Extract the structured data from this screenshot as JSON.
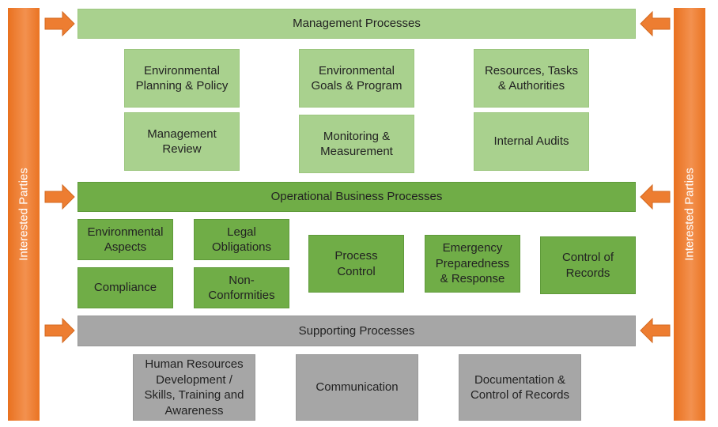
{
  "side_label": "Interested Parties",
  "colors": {
    "orange": "#ed7d31",
    "light_green": "#a9d18e",
    "green": "#70ad47",
    "gray": "#a6a6a6"
  },
  "management": {
    "title": "Management Processes",
    "boxes": [
      "Environmental\nPlanning & Policy",
      "Environmental\nGoals & Program",
      "Resources, Tasks\n& Authorities",
      "Management\nReview",
      "Monitoring &\nMeasurement",
      "Internal Audits"
    ]
  },
  "operational": {
    "title": "Operational Business Processes",
    "boxes": [
      "Environmental\nAspects",
      "Legal\nObligations",
      "Compliance",
      "Non-\nConformities",
      "Process\nControl",
      "Emergency\nPreparedness\n& Response",
      "Control of\nRecords"
    ]
  },
  "supporting": {
    "title": "Supporting Processes",
    "boxes": [
      "Human Resources\nDevelopment /\nSkills, Training and\nAwareness",
      "Communication",
      "Documentation &\nControl of Records"
    ]
  }
}
